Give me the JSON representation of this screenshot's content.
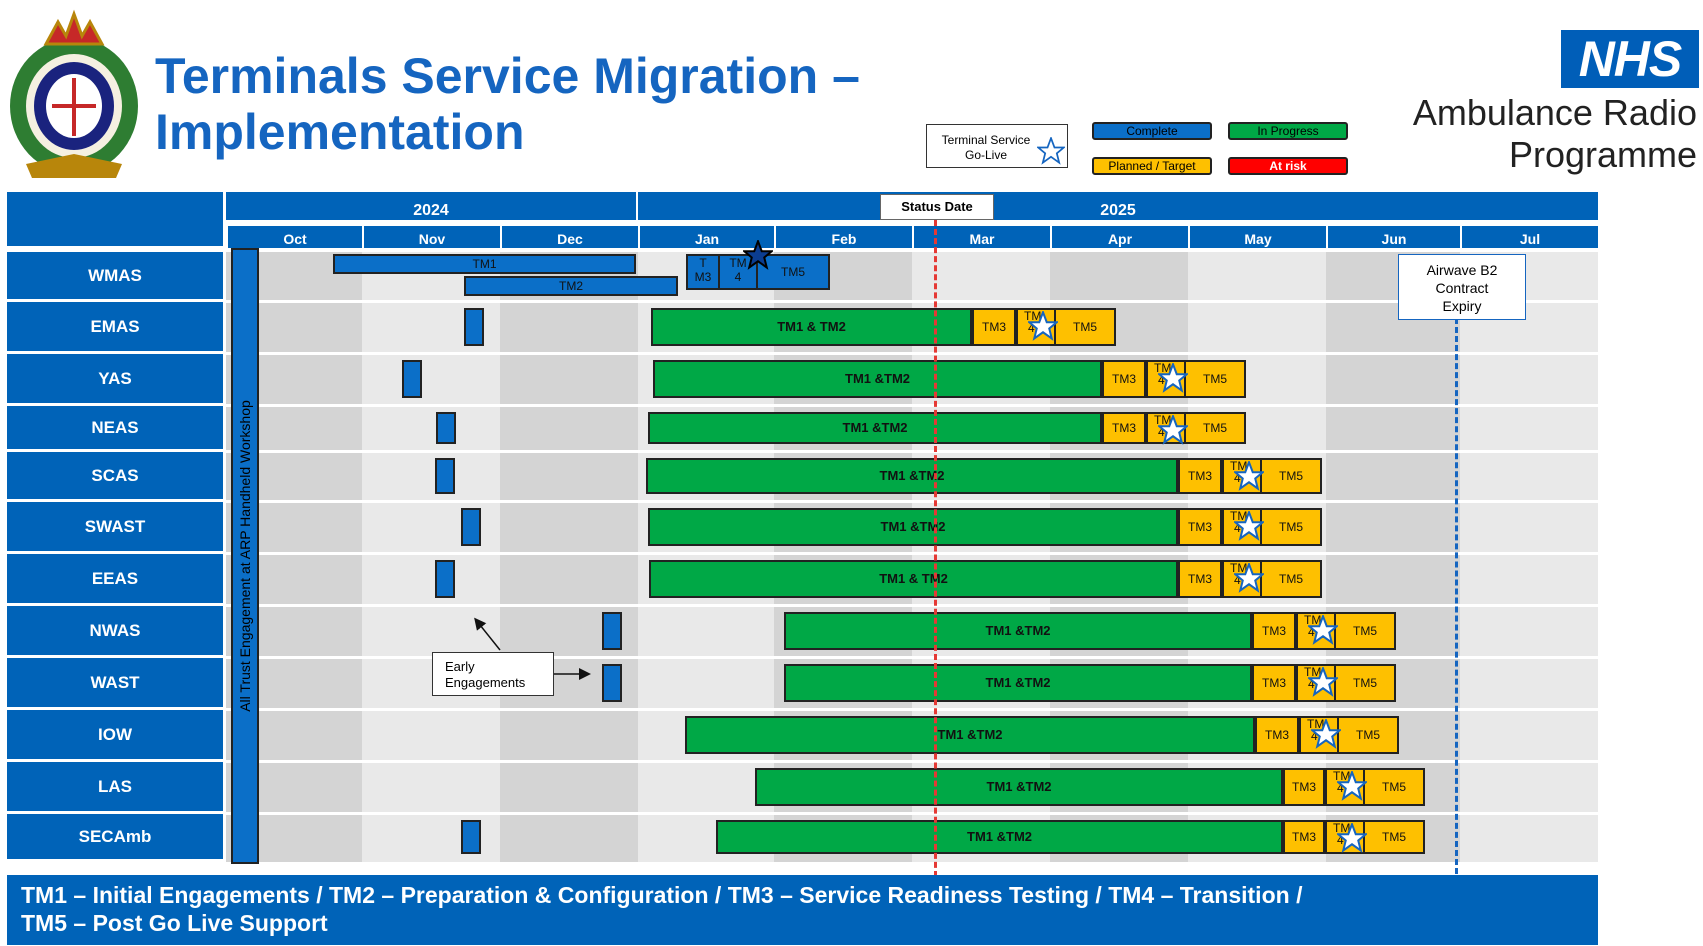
{
  "header": {
    "title_line1": "Terminals Service Migration –",
    "title_line2": "Implementation",
    "nhs_logo": "NHS",
    "org_line1": "Ambulance Radio",
    "org_line2": "Programme"
  },
  "legend": {
    "golive_line1": "Terminal Service",
    "golive_line2": "Go-Live",
    "complete": "Complete",
    "in_progress": "In Progress",
    "planned": "Planned / Target",
    "at_risk": "At risk",
    "colors": {
      "complete": "#0b6fc8",
      "in_progress": "#00a846",
      "planned": "#fec000",
      "at_risk": "#ff0000"
    }
  },
  "timeline": {
    "years": [
      "2024",
      "2025"
    ],
    "months": [
      "Oct",
      "Nov",
      "Dec",
      "Jan",
      "Feb",
      "Mar",
      "Apr",
      "May",
      "Jun",
      "Jul"
    ],
    "status_date": "Status Date",
    "workshop_label": "All Trust Engagement at ARP Handheld Workshop",
    "airwave_line1": "Airwave B2",
    "airwave_line2": "Contract",
    "airwave_line3": "Expiry",
    "early_line1": "Early",
    "early_line2": "Engagements"
  },
  "rows": [
    "WMAS",
    "EMAS",
    "YAS",
    "NEAS",
    "SCAS",
    "SWAST",
    "EEAS",
    "NWAS",
    "WAST",
    "IOW",
    "LAS",
    "SECAmb"
  ],
  "bar_labels": {
    "tm1": "TM1",
    "tm2": "TM2",
    "tm3": "TM3",
    "tm5": "TM5",
    "t": "T",
    "m3": "M3",
    "tm": "TM",
    "four": "4",
    "tm12_a": "TM1 & TM2",
    "tm12_b": "TM1 &TM2"
  },
  "footer": {
    "line1": "TM1 –  Initial Engagements / TM2 – Preparation & Configuration / TM3 – Service Readiness Testing /  TM4 – Transition /",
    "line2": "TM5 – Post Go Live Support"
  }
}
